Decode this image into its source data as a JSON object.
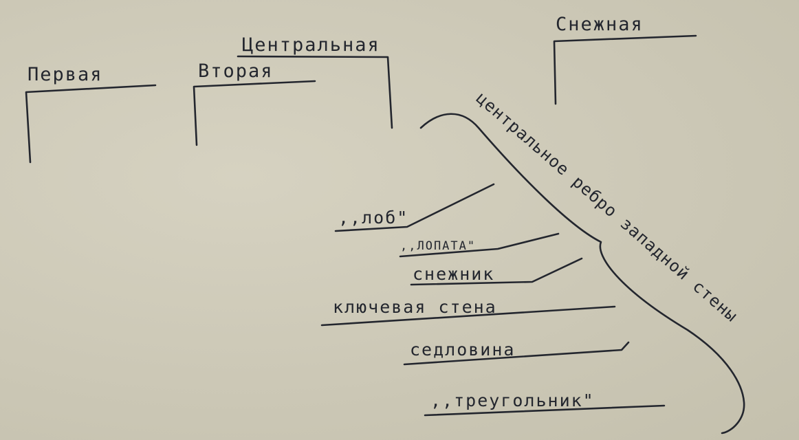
{
  "peaks": {
    "first": "Первая",
    "second": "Вторая",
    "central": "Центральная",
    "snowy": "Снежная"
  },
  "features": {
    "forehead": ",,лоб\"",
    "shovel": ",,ЛОПАТА\"",
    "snowfield": "снежник",
    "key_wall": "ключевая стена",
    "saddle": "седловина",
    "triangle": ",,треугольник\""
  },
  "rib_label": "центральное ребро западной стены",
  "ink_color": "#23262e",
  "paper_color": "#cfcbb9"
}
